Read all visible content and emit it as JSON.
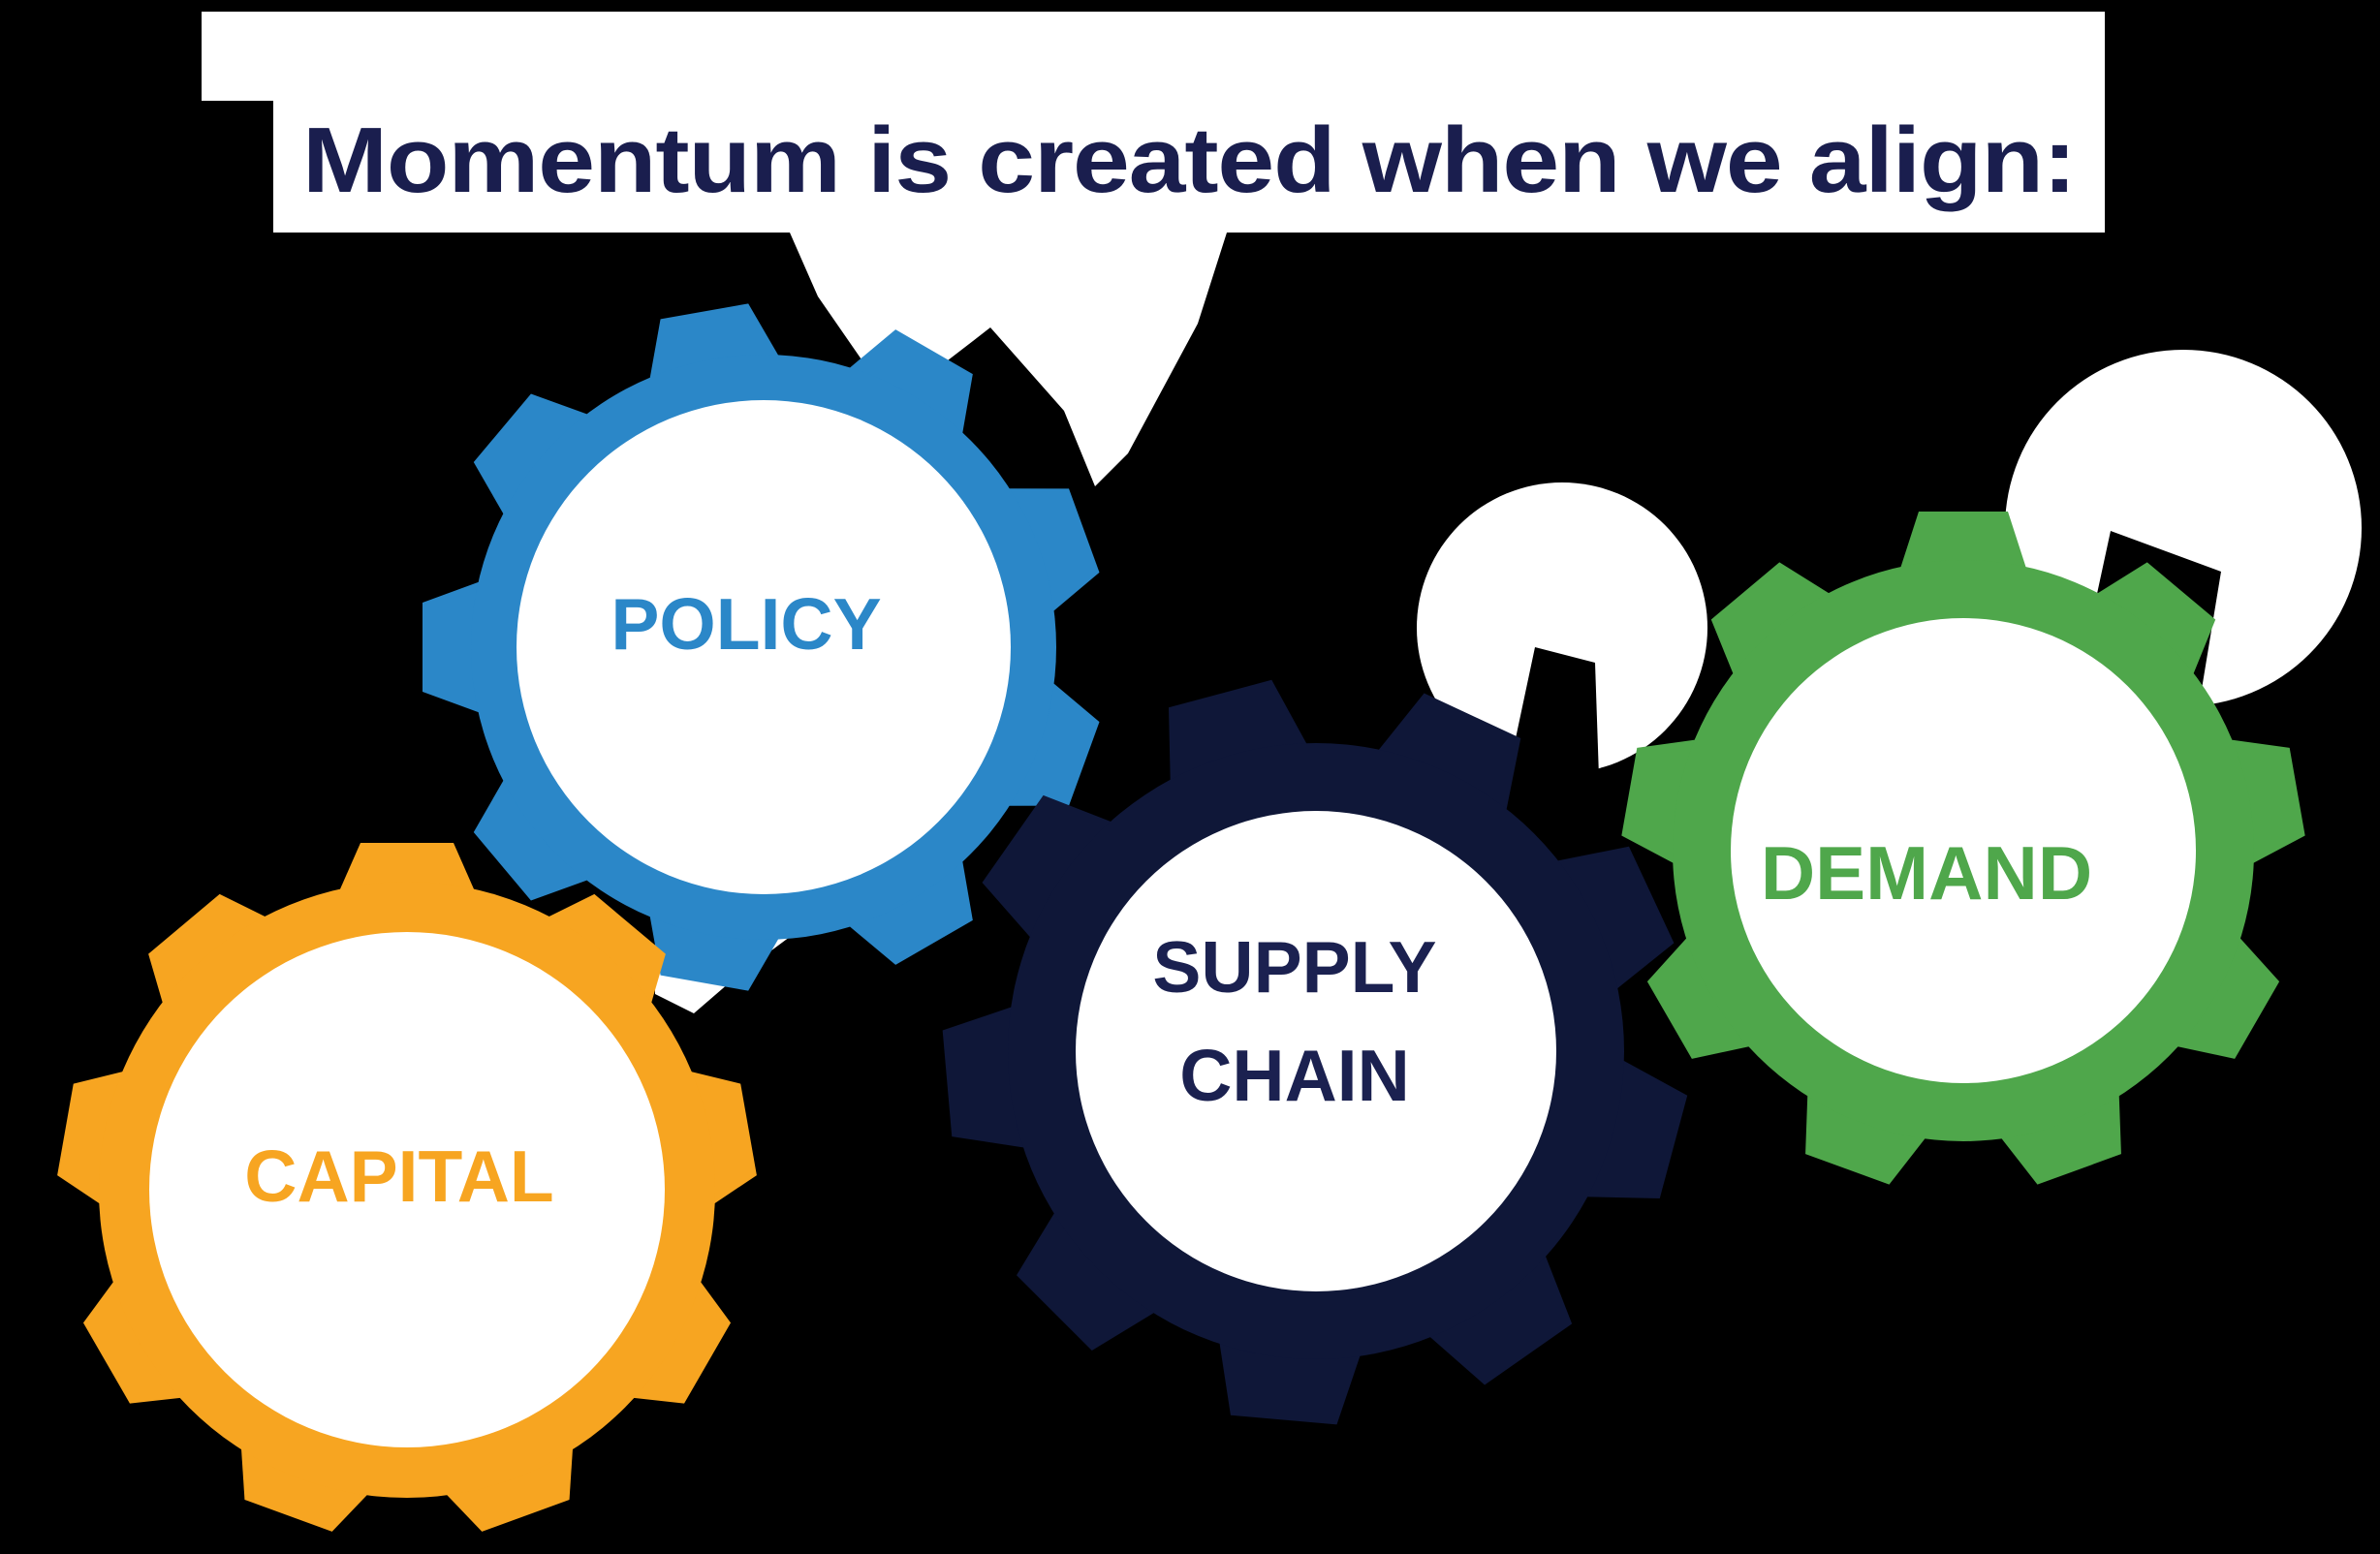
{
  "background_color": "#000000",
  "banner": {
    "text": "Momentum is created when we align:",
    "text_color": "#1A1E4E",
    "background_color": "#FFFFFF"
  },
  "gears": {
    "policy": {
      "label": "POLICY",
      "color": "#2B87C8"
    },
    "capital": {
      "label": "CAPITAL",
      "color": "#F7A521"
    },
    "supply_chain": {
      "label_line1": "SUPPLY",
      "label_line2": "CHAIN",
      "color": "#0F1738",
      "text_color": "#1B2150"
    },
    "demand": {
      "label": "DEMAND",
      "color": "#4FA74B"
    }
  }
}
